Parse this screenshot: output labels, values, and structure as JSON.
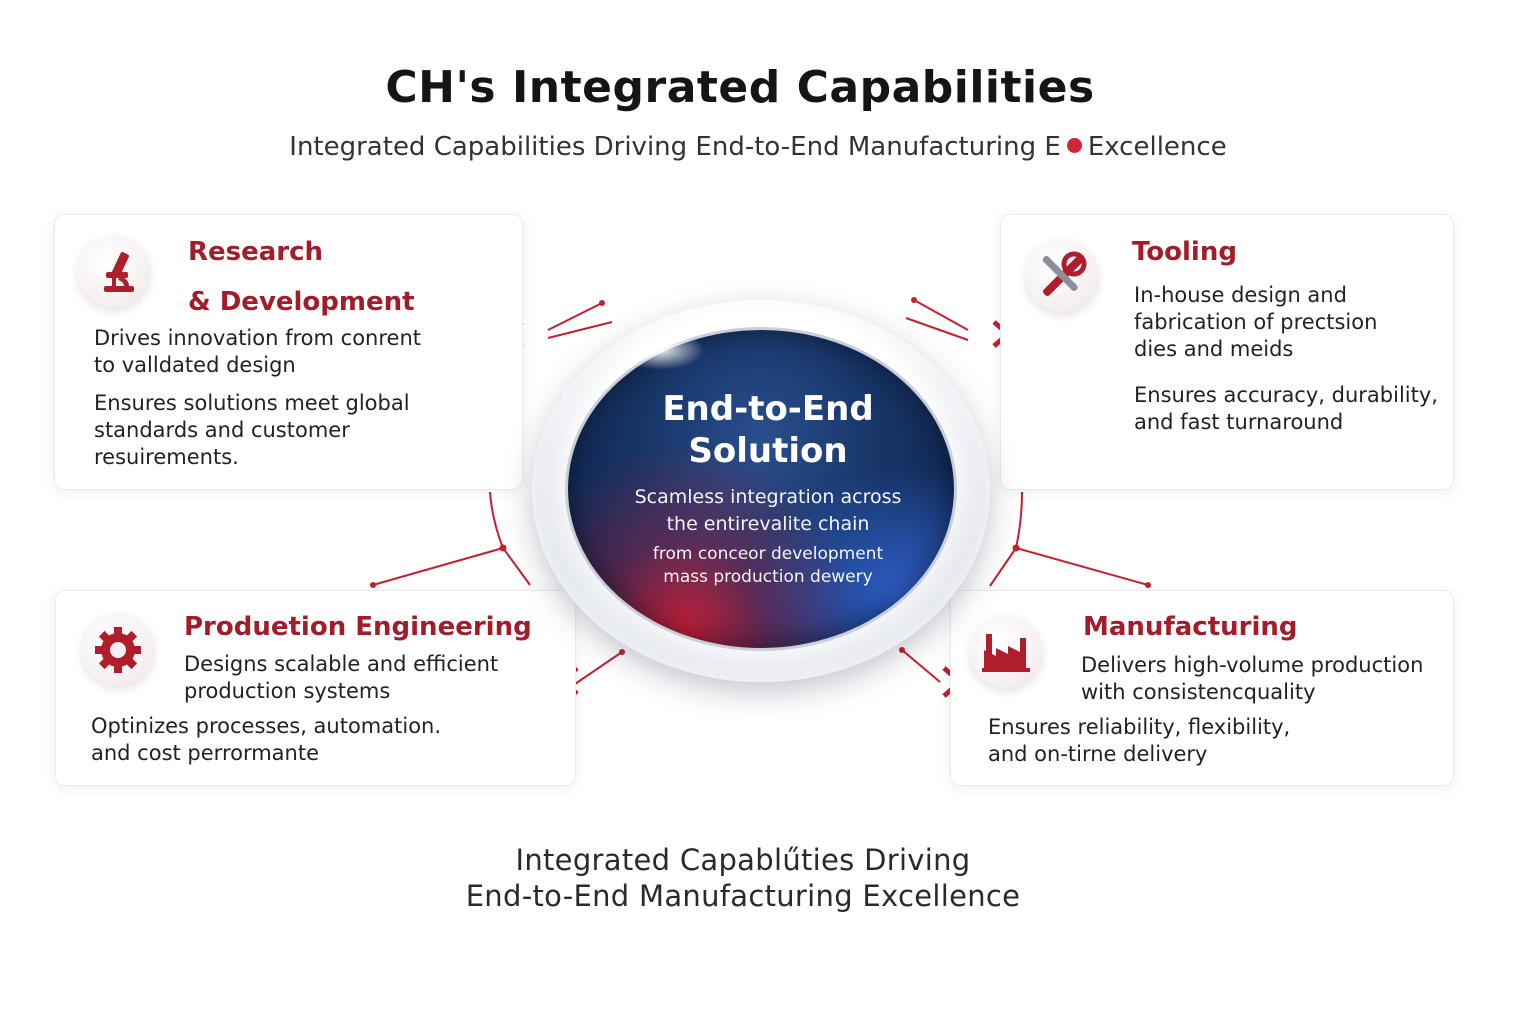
{
  "header": {
    "title": "CH's Integrated Capabilities",
    "subtitle_start": "Integrated Capabilities Driving End-to-End Manufacturing E",
    "subtitle_end": "Excellence"
  },
  "hub": {
    "title_line1": "End-to-End",
    "title_line2": "Solution",
    "text_line1": "Scamless integration across",
    "text_line2": "the entirevalite chain",
    "text_line3": "from conceor development",
    "text_line4": "mass production dewery"
  },
  "cards": {
    "rd": {
      "icon": "microscope-icon",
      "title_line1": "Research",
      "title_line2": "& Development",
      "p1_line1": "Drives innovation from conrent",
      "p1_line2": "to valldated design",
      "p2_line1": "Ensures solutions meet global",
      "p2_line2": "standards and customer",
      "p2_line3": "resuirements."
    },
    "tooling": {
      "icon": "tools-icon",
      "title": "Tooling",
      "p1_line1": "In-house design and",
      "p1_line2": "fabrication of prectsion",
      "p1_line3": "dies and meids",
      "p2_line1": "Ensures accuracy, durability,",
      "p2_line2": "and fast turnaround"
    },
    "pe": {
      "icon": "gear-icon",
      "title": "Produetion Engineering",
      "p1_line1": "Designs scalable and efficient",
      "p1_line2": "production systems",
      "p2_line1": "Optinizes processes, automation.",
      "p2_line2": "and cost perrormante"
    },
    "mfg": {
      "icon": "factory-icon",
      "title": "Manufacturing",
      "p1_line1": "Delivers high-volume production",
      "p1_line2": "with consistencquality",
      "p2_line1": "Ensures reliability, flexibility,",
      "p2_line2": "and on-tirne delivery"
    }
  },
  "footer": {
    "line1": "Integrated Capablűties Driving",
    "line2": "End-to-End Manufacturing Excellence"
  },
  "colors": {
    "accent": "#a21c2a",
    "hub_blue": "#163466",
    "connector": "#c42031"
  }
}
